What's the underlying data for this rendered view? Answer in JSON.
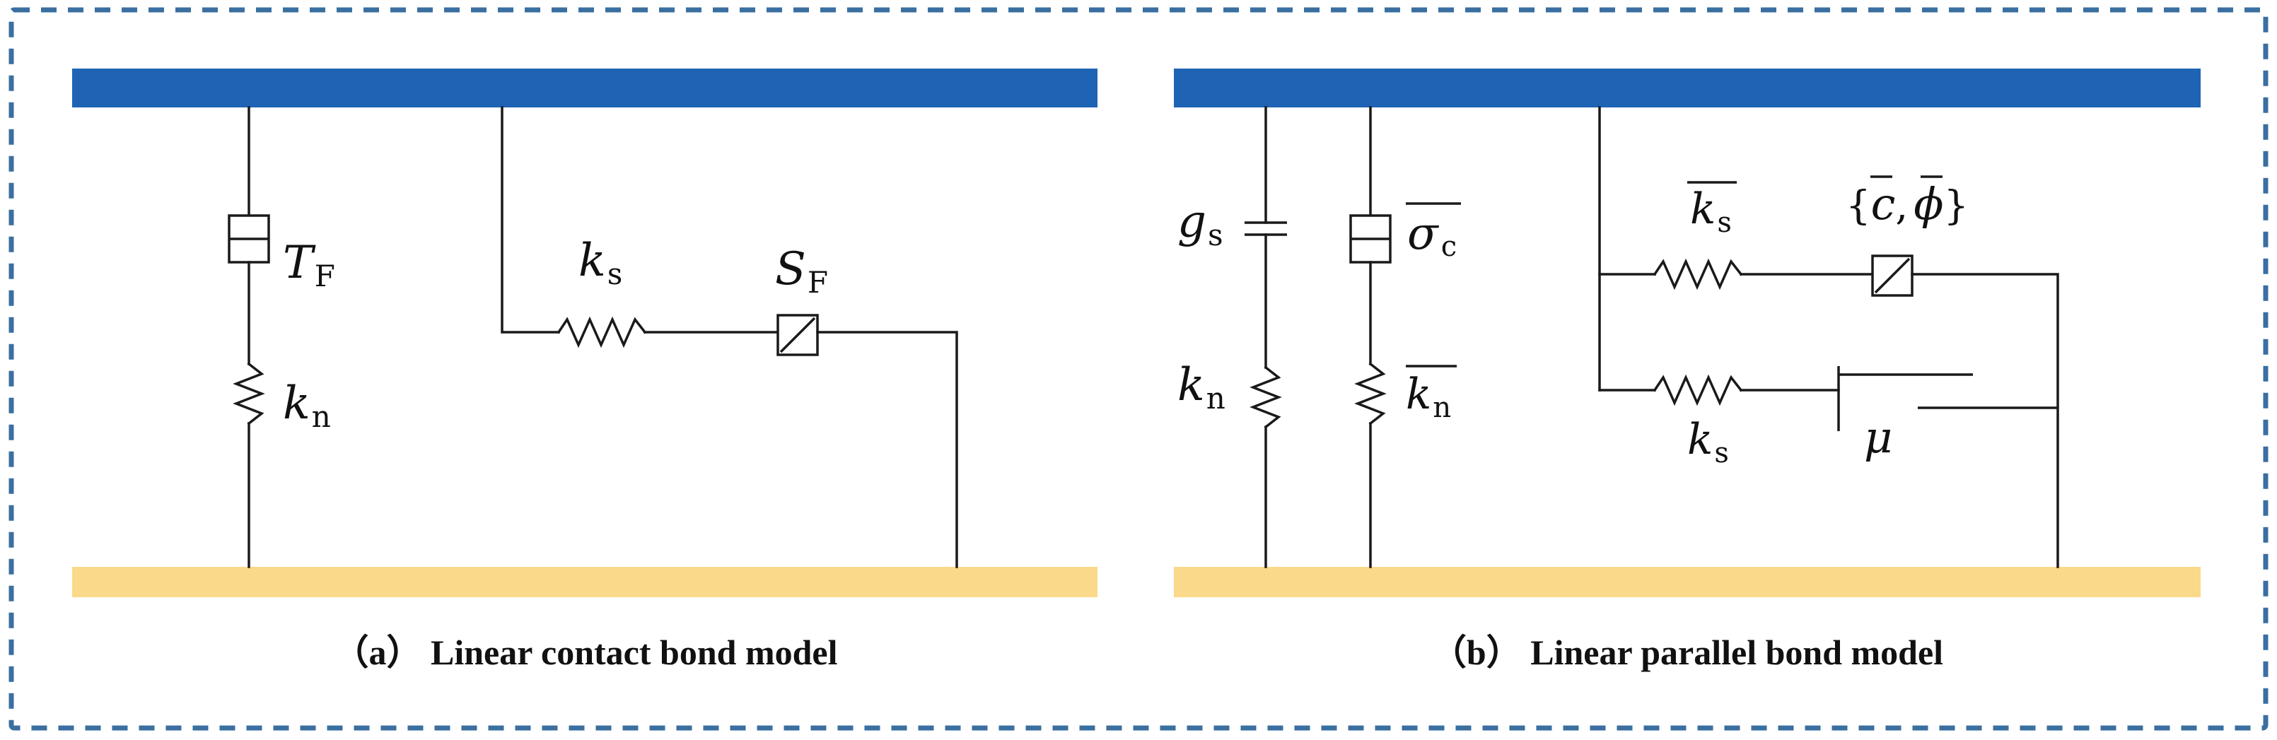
{
  "colors": {
    "top_plate": "#1f63b5",
    "bottom_plate": "#fad98a",
    "frame_border": "#3a6fa0"
  },
  "panel_a": {
    "caption": "（a） Linear contact bond model",
    "labels": {
      "tensile_strength": {
        "main": "T",
        "sub": "F"
      },
      "normal_stiffness": {
        "main": "k",
        "sub": "n"
      },
      "shear_stiffness": {
        "main": "k",
        "sub": "s"
      },
      "shear_strength": {
        "main": "S",
        "sub": "F"
      }
    }
  },
  "panel_b": {
    "caption": "（b） Linear parallel bond model",
    "labels": {
      "gap": {
        "main": "g",
        "sub": "s"
      },
      "tensile_strength": {
        "main": "σ",
        "sub": "c"
      },
      "normal_stiffness": {
        "main": "k",
        "sub": "n"
      },
      "bond_normal_stiffness": {
        "main": "k",
        "sub": "n"
      },
      "bond_shear_stiffness": {
        "main": "k",
        "sub": "s"
      },
      "bond_strength": {
        "open": "{",
        "c": "c",
        "comma": ",",
        "phi": "ϕ",
        "close": "}"
      },
      "shear_stiffness": {
        "main": "k",
        "sub": "s"
      },
      "friction": {
        "main": "μ"
      }
    }
  }
}
